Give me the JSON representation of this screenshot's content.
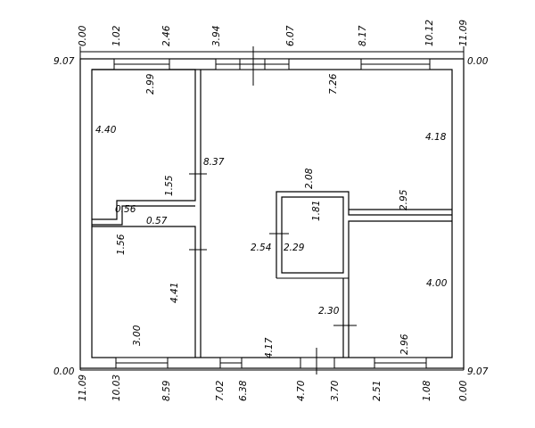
{
  "top_ruler": [
    "0.00",
    "1.02",
    "2.46",
    "3.94",
    "6.07",
    "8.17",
    "10.12",
    "11.09"
  ],
  "bottom_ruler": [
    "11.09",
    "10.03",
    "8.59",
    "7.02",
    "6.38",
    "4.70",
    "3.70",
    "2.51",
    "1.08",
    "0.00"
  ],
  "left_ruler": {
    "top": "9.07",
    "bottom": "0.00"
  },
  "right_ruler": {
    "top": "0.00",
    "bottom": "9.07"
  },
  "rooms": {
    "upper_left": {
      "width": "2.99",
      "height": "4.40",
      "inner_height": "1.55",
      "notch": "0.56"
    },
    "lower_left": {
      "notch": "0.57",
      "small_height": "1.56",
      "height": "4.41",
      "width": "3.00"
    },
    "hall": {
      "upper_width": "7.26",
      "height": "8.37",
      "lower_width": "4.17"
    },
    "upper_right": {
      "height": "4.18",
      "inner_height": "2.95"
    },
    "bath": {
      "top_width": "2.08",
      "height": "1.81",
      "left_depth": "2.54",
      "inner_width": "2.29"
    },
    "lower_right": {
      "height": "4.00",
      "width": "2.96",
      "left_offset": "2.30"
    }
  }
}
